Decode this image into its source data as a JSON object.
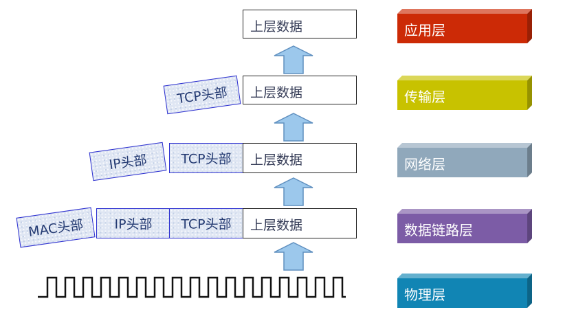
{
  "upper_data_label": "上层数据",
  "headers": {
    "tcp": "TCP头部",
    "ip": "IP头部",
    "mac": "MAC头部"
  },
  "layers": [
    {
      "label": "应用层",
      "color": "#cc2a06"
    },
    {
      "label": "传输层",
      "color": "#c8c200"
    },
    {
      "label": "网络层",
      "color": "#90a8bb"
    },
    {
      "label": "数据链路层",
      "color": "#7c5ca6"
    },
    {
      "label": "物理层",
      "color": "#1185b4"
    }
  ],
  "arrow_color": "#9cc8ec"
}
